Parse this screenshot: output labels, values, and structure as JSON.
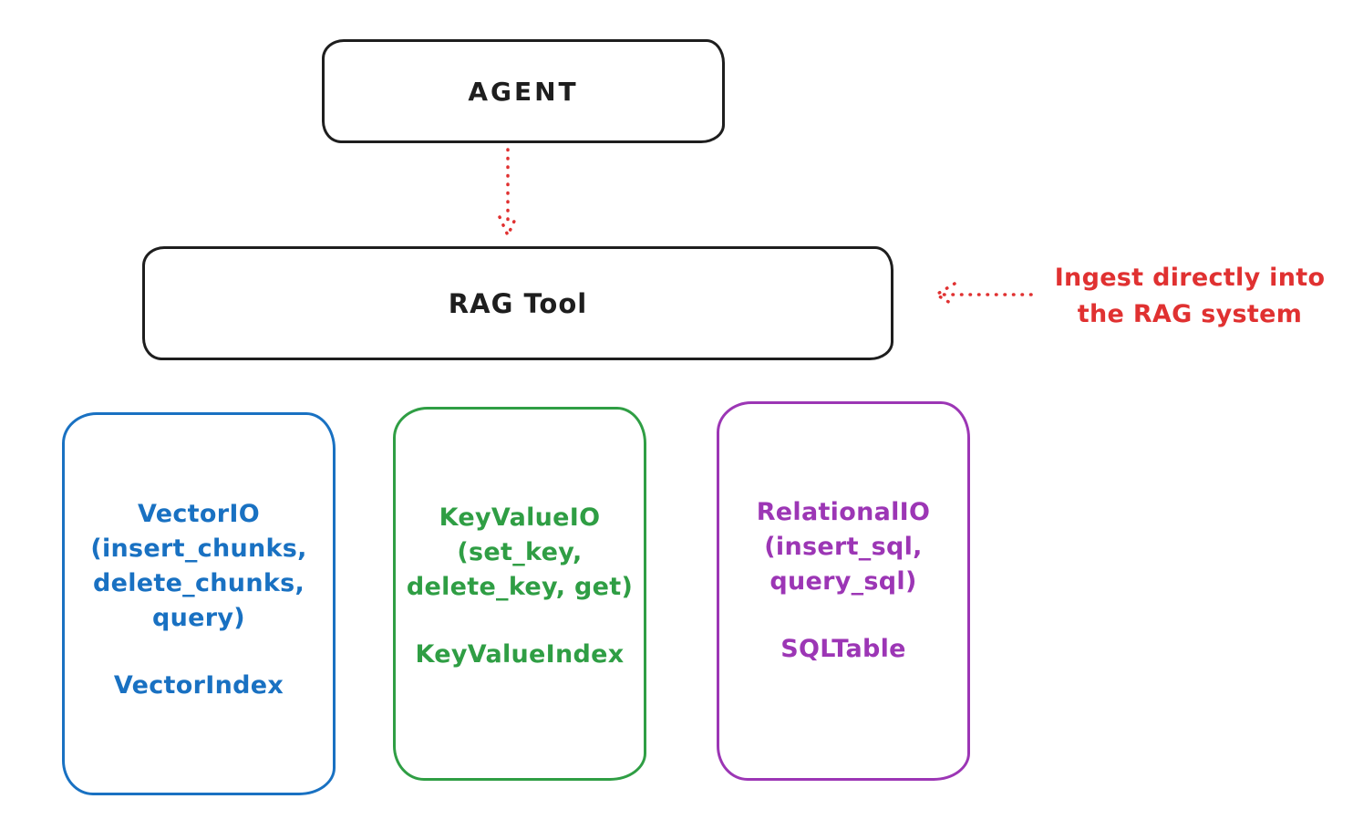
{
  "diagram": {
    "agent_box": {
      "label": "AGENT"
    },
    "rag_tool_box": {
      "label": "RAG Tool"
    },
    "annotation": {
      "line1": "Ingest directly into",
      "line2": "the RAG system"
    },
    "vector_box": {
      "lines": [
        "VectorIO",
        "(insert_chunks,",
        "delete_chunks,",
        "query)"
      ],
      "index_label": "VectorIndex"
    },
    "keyvalue_box": {
      "lines": [
        "KeyValueIO",
        "(set_key,",
        "delete_key, get)"
      ],
      "index_label": "KeyValueIndex"
    },
    "relational_box": {
      "lines": [
        "RelationalIO",
        "(insert_sql,",
        "query_sql)"
      ],
      "index_label": "SQLTable"
    },
    "colors": {
      "ink_black": "#1e1e1e",
      "arrow_red": "#e03131",
      "vector_blue": "#1971c2",
      "keyvalue_green": "#2f9e44",
      "relational_purple": "#9c36b5"
    }
  }
}
